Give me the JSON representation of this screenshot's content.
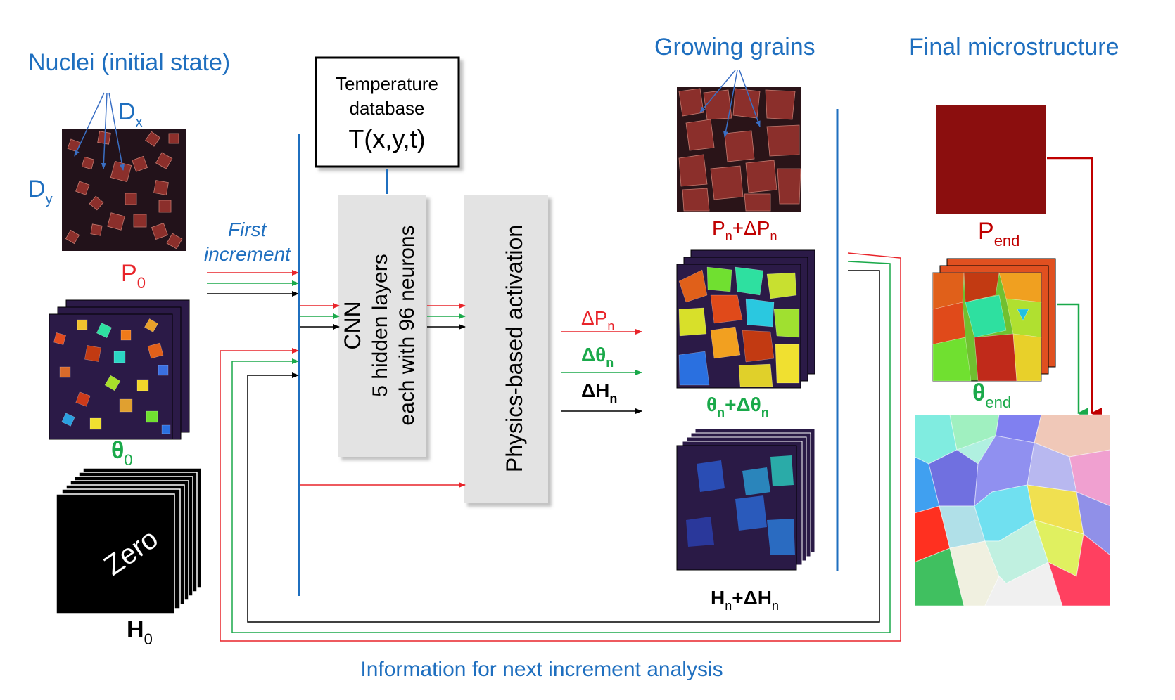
{
  "titles": {
    "nuclei": "Nuclei (initial state)",
    "growing": "Growing grains",
    "final": "Final microstructure"
  },
  "inputs": {
    "dx_main": "D",
    "dx_sub": "x",
    "dy_main": "D",
    "dy_sub": "y",
    "p0_main": "P",
    "p0_sub": "0",
    "theta0_main": "θ",
    "theta0_sub": "0",
    "h0_main": "H",
    "h0_sub": "0",
    "zero": "Zero"
  },
  "first_increment": {
    "line1": "First",
    "line2": "increment"
  },
  "temperature": {
    "line1": "Temperature",
    "line2": "database",
    "line3": "T(x,y,t)"
  },
  "cnn": {
    "line1": "CNN",
    "line2": "5 hidden layers",
    "line3": "each with 96 neurons"
  },
  "activation": "Physics-based activation",
  "deltas": {
    "dp_main": "ΔP",
    "dp_sub": "n",
    "dtheta_main": "Δθ",
    "dtheta_sub": "n",
    "dh_main": "ΔH",
    "dh_sub": "n"
  },
  "outputs": {
    "p_main": "P",
    "p_sub": "n",
    "p_plus": "+ΔP",
    "p_sub2": "n",
    "theta_main": "θ",
    "theta_sub": "n",
    "theta_plus": "+Δθ",
    "theta_sub2": "n",
    "h_main": "H",
    "h_sub": "n",
    "h_plus": "+ΔH",
    "h_sub2": "n",
    "pend_main": "P",
    "pend_sub": "end",
    "thetaend_main": "θ",
    "thetaend_sub": "end"
  },
  "footer": "Information for next increment analysis",
  "colors": {
    "blue": "#1f6fbf",
    "red": "#e8242a",
    "green": "#1aa94a",
    "black": "#000000",
    "box_gray": "#e3e3e3",
    "dark_red": "#c00000"
  }
}
